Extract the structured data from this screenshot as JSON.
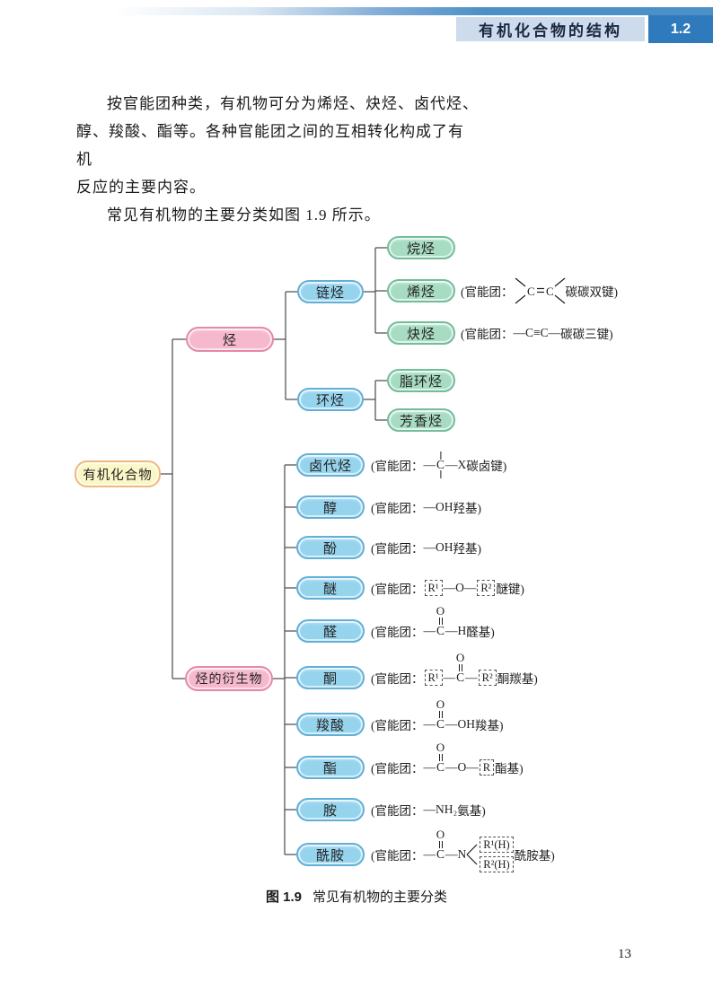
{
  "header": {
    "title": "有机化合物的结构",
    "number": "1.2"
  },
  "intro": {
    "line1": "按官能团种类，有机物可分为烯烃、炔烃、卤代烃、",
    "line2": "醇、羧酸、酯等。各种官能团之间的互相转化构成了有机",
    "line3": "反应的主要内容。",
    "line4": "常见有机物的主要分类如图 1.9 所示。"
  },
  "tree": {
    "root": "有机化合物",
    "hydrocarbon": "烃",
    "chain": "链烃",
    "cyclic": "环烃",
    "alkane": "烷烃",
    "alkene": "烯烃",
    "alkyne": "炔烃",
    "alicyclic": "脂环烃",
    "aromatic": "芳香烃",
    "derivative": "烃的衍生物",
    "halide": "卤代烃",
    "alcohol": "醇",
    "phenol": "酚",
    "ether": "醚",
    "aldehyde": "醛",
    "ketone": "酮",
    "carboxylic": "羧酸",
    "ester": "酯",
    "amine": "胺",
    "amide": "酰胺"
  },
  "glyphs": {
    "dash": "—",
    "c": "C",
    "o": "O",
    "x": "X",
    "oh": "—OH",
    "h": "—H",
    "n": "—N",
    "o_dash": "—O—",
    "triple": "—C≡C—",
    "nh2": "—NH₂",
    "r": "R",
    "r1": "R¹",
    "r2": "R²",
    "r1h": "R¹(H)",
    "r2h": "R²(H)"
  },
  "ann": {
    "prefix": "(官能团：",
    "alkene_suffix": " 碳碳双键)",
    "alkyne_suffix": " 碳碳三键)",
    "halide_suffix": "碳卤键)",
    "hydroxyl_suffix": " 羟基)",
    "ether_suffix": " 醚键)",
    "aldehyde_suffix": " 醛基)",
    "ketone_suffix": " 酮羰基)",
    "carboxyl_suffix": " 羧基)",
    "ester_suffix": " 酯基)",
    "amine_suffix": " 氨基)",
    "amide_suffix": " 酰胺基)"
  },
  "caption": {
    "label": "图 1.9",
    "text": "常见有机物的主要分类"
  },
  "page_number": "13",
  "colors": {
    "accent_blue": "#2e7abc",
    "band_blue": "#ccdcec",
    "node_pink": "#f5b8cc",
    "node_yellow": "#fbf6c6",
    "node_blue": "#96d4ee",
    "node_green": "#a8dcc2"
  }
}
